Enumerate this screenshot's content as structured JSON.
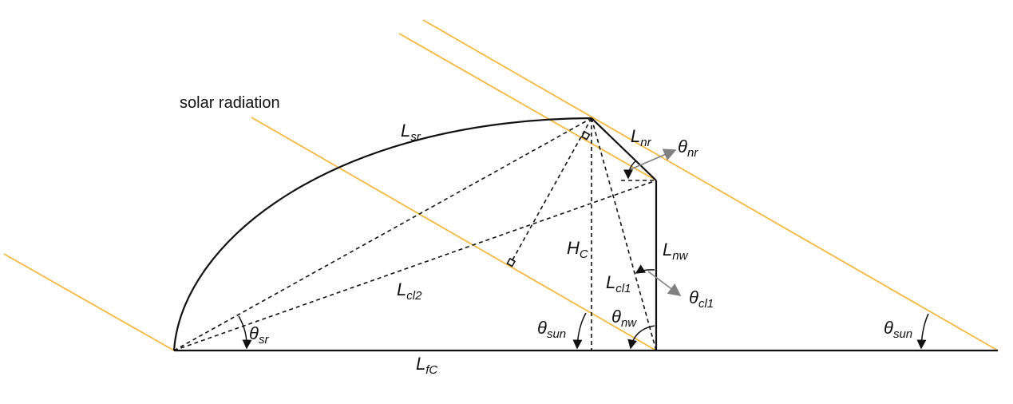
{
  "colors": {
    "sun_ray": "#f5b940",
    "structure": "#111111",
    "pointer": "#808080"
  },
  "title_label": "solar radiation",
  "labels": {
    "L_sr": {
      "main": "L",
      "sub": "sr"
    },
    "L_nr": {
      "main": "L",
      "sub": "nr"
    },
    "theta_nr": {
      "main": "θ",
      "sub": "nr"
    },
    "H_C": {
      "main": "H",
      "sub": "C"
    },
    "L_nw": {
      "main": "L",
      "sub": "nw"
    },
    "L_cl1": {
      "main": "L",
      "sub": "cl1"
    },
    "theta_cl1": {
      "main": "θ",
      "sub": "cl1"
    },
    "L_cl2": {
      "main": "L",
      "sub": "cl2"
    },
    "theta_sr": {
      "main": "θ",
      "sub": "sr"
    },
    "theta_sun_left": {
      "main": "θ",
      "sub": "sun"
    },
    "theta_nw": {
      "main": "θ",
      "sub": "nw"
    },
    "theta_sun_right": {
      "main": "θ",
      "sub": "sun"
    },
    "L_fC": {
      "main": "L",
      "sub": "fC"
    }
  }
}
